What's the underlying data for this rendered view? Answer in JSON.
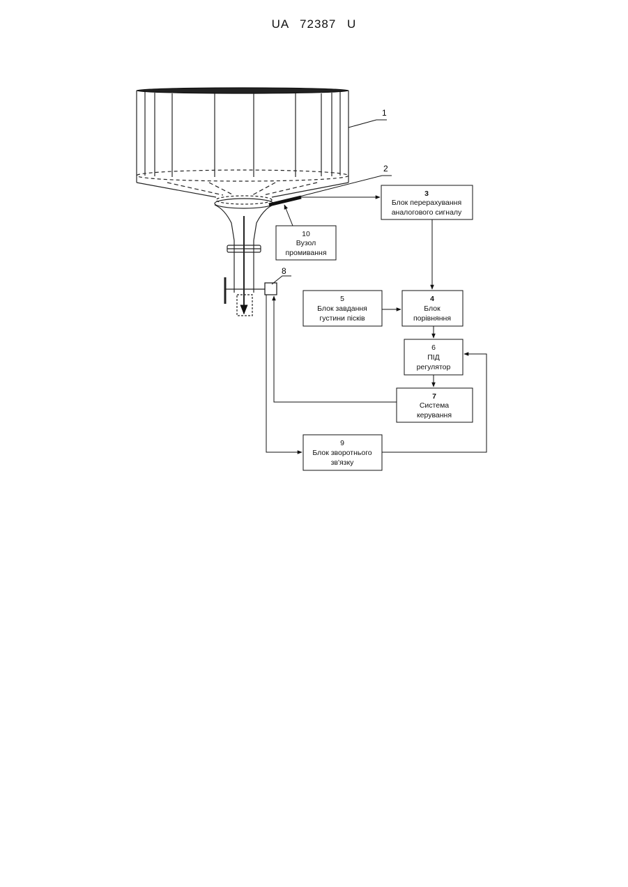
{
  "header": {
    "doc_id": "UA   72387   U"
  },
  "callouts": {
    "c1": "1",
    "c2": "2",
    "c8": "8"
  },
  "blocks": {
    "b3": {
      "num": "3",
      "line1": "Блок перерахування",
      "line2": "аналогового сигналу"
    },
    "b4": {
      "num": "4",
      "line1": "Блок",
      "line2": "порівняння"
    },
    "b5": {
      "num": "5",
      "line1": "Блок завдання",
      "line2": "густини пісків"
    },
    "b6": {
      "num": "6",
      "line1": "ПІД",
      "line2": "регулятор"
    },
    "b7": {
      "num": "7",
      "line1": "Система",
      "line2": "керування"
    },
    "b9": {
      "num": "9",
      "line1": "Блок зворотнього",
      "line2": "зв'язку"
    },
    "b10": {
      "num": "10",
      "line1": "Вузол",
      "line2": "промивання"
    }
  }
}
